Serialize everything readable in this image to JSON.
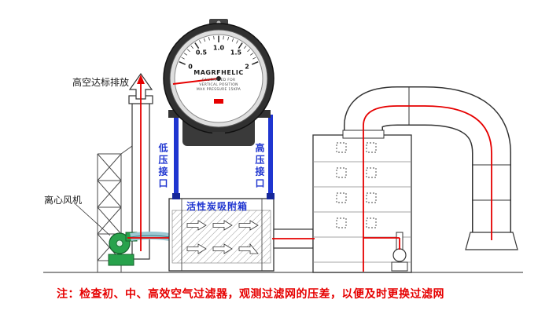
{
  "colors": {
    "flow_red": "#e60000",
    "pressure_blue": "#1f35d0",
    "fan_green": "#28a24c",
    "pipe_teal": "#9cc8d2",
    "outline_dark": "#333333"
  },
  "gauge": {
    "brand": "MAGRFHELIC",
    "cal_line1": "CALIBRATED FOR",
    "cal_line2": "VERTICAL POSITION",
    "cal_line3": "MAX PRESSURE 15KPA",
    "scale": [
      "0",
      "0.5",
      "1.0",
      "1.5",
      "2"
    ]
  },
  "labels": {
    "emission": "高空达标排放",
    "low_port": "低压接口",
    "high_port": "高压接口",
    "fan": "离心风机",
    "carbon_box": "活性炭吸附箱"
  },
  "note": "注：检查初、中、高效空气过滤器，观测过滤网的压差，以便及时更换过滤网"
}
